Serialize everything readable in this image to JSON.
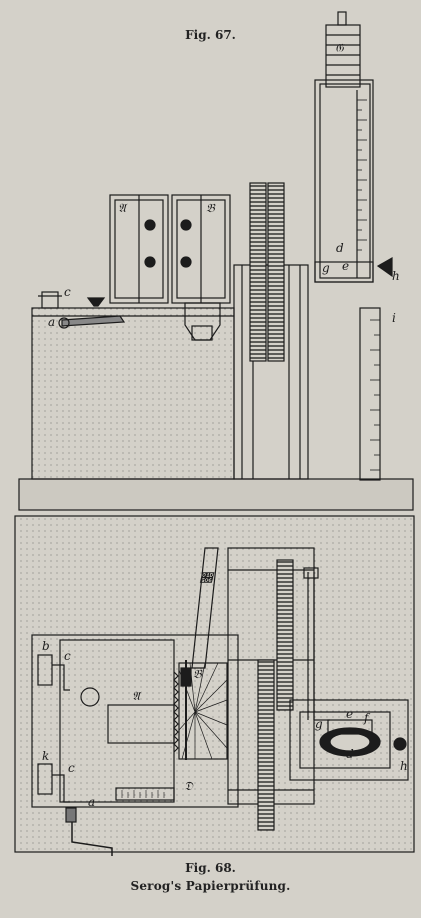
{
  "captions": {
    "fig_top": "Fig. 67.",
    "fig_bottom": "Fig. 68.",
    "subtitle": "Serog's Papierprüfung."
  },
  "fig67_labels": {
    "A": "𝔄",
    "B": "𝔅",
    "G": "𝔊",
    "a": "a",
    "c": "c",
    "d": "d",
    "e": "e",
    "g": "g",
    "h": "h",
    "i": "i"
  },
  "fig68_labels": {
    "C": "𝔆",
    "A": "𝔄",
    "B": "𝔅",
    "D": "𝔇",
    "b": "b",
    "c_top": "c",
    "k": "k",
    "c_mid": "c",
    "a": "a",
    "d": "d",
    "e": "e",
    "f": "f",
    "g": "g",
    "h": "h"
  },
  "colors": {
    "paper": "#d4d1c9",
    "ink": "#1c1c1c"
  }
}
